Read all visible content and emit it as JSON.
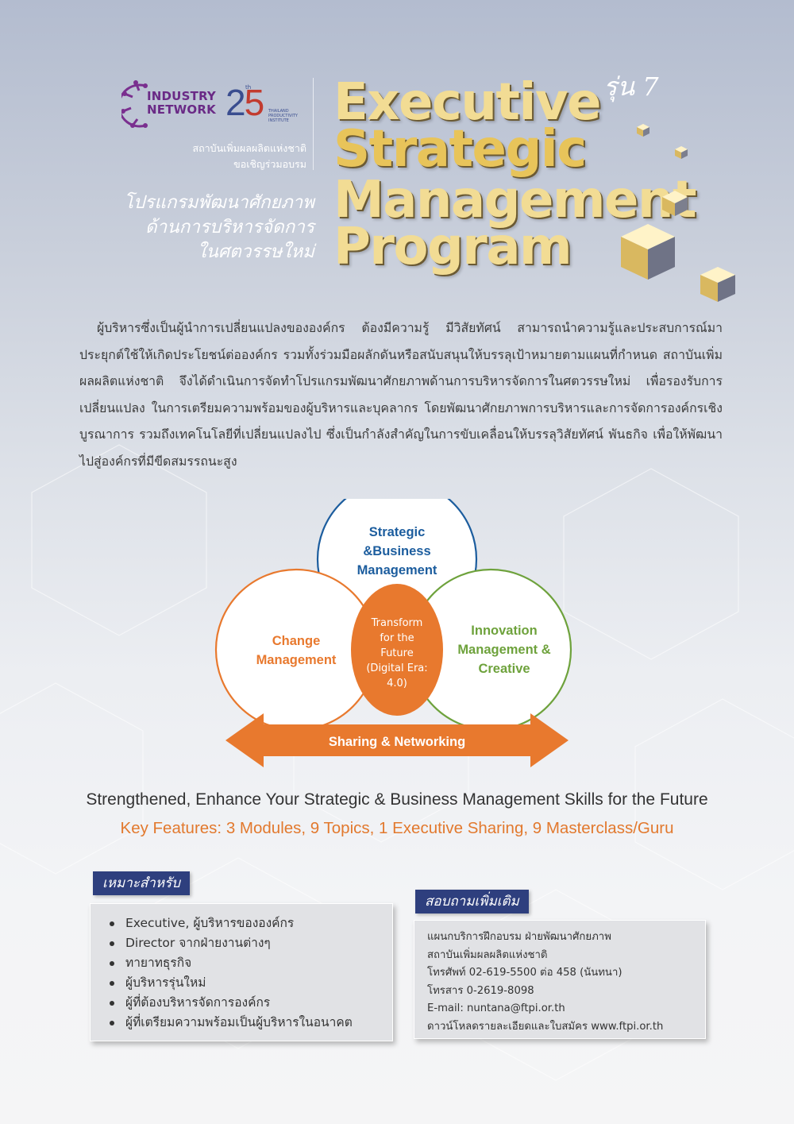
{
  "header": {
    "logo_industry": "INDUSTRY NETWORK",
    "logo_industry_line1": "INDUSTRY",
    "logo_industry_line2": "NETWORK",
    "logo_tpi_number": "25",
    "logo_tpi_sub": "THAILAND PRODUCTIVITY INSTITUTE",
    "org_line1": "สถาบันเพิ่มผลผลิตแห่งชาติ",
    "org_line2": "ขอเชิญร่วมอบรม",
    "thai_title": [
      "โปรแกรมพัฒนาศักยภาพ",
      "ด้านการบริหารจัดการ",
      "ในศตวรรษใหม่"
    ],
    "title_lines": [
      "Executive",
      "Strategic",
      "Management",
      "Program"
    ],
    "batch": "รุ่น 7"
  },
  "intro": "ผู้บริหารซึ่งเป็นผู้นำการเปลี่ยนแปลงขององค์กร ต้องมีความรู้ มีวิสัยทัศน์ สามารถนำความรู้และประสบการณ์มาประยุกต์ใช้ให้เกิดประโยชน์ต่อองค์กร รวมทั้งร่วมมือผลักดันหรือสนับสนุนให้บรรลุเป้าหมายตามแผนที่กำหนด สถาบันเพิ่มผลผลิตแห่งชาติ จึงได้ดำเนินการจัดทำโปรแกรมพัฒนาศักยภาพด้านการบริหารจัดการในศตวรรษใหม่ เพื่อรองรับการเปลี่ยนแปลง ในการเตรียมความพร้อมของผู้บริหารและบุคลากร โดยพัฒนาศักยภาพการบริหารและการจัดการองค์กรเชิงบูรณาการ รวมถึงเทคโนโลยีที่เปลี่ยนแปลงไป ซึ่งเป็นกำลังสำคัญในการขับเคลื่อนให้บรรลุวิสัยทัศน์ พันธกิจ เพื่อให้พัฒนาไปสู่องค์กรที่มีขีดสมรรถนะสูง",
  "diagram": {
    "top": [
      "Strategic",
      "&Business",
      "Management"
    ],
    "left": [
      "Change",
      "Management"
    ],
    "right": [
      "Innovation",
      "Management &",
      "Creative"
    ],
    "center": [
      "Transform",
      "for the",
      "Future",
      "(Digital Era:",
      "4.0)"
    ],
    "arrow": "Sharing & Networking",
    "colors": {
      "blue": "#1c5d9e",
      "orange": "#e8792e",
      "green": "#6ea23c"
    }
  },
  "tagline": "Strengthened, Enhance Your Strategic & Business Management Skills for the Future",
  "features": "Key Features: 3 Modules, 9 Topics, 1 Executive Sharing, 9 Masterclass/Guru",
  "audience": {
    "heading": "เหมาะสำหรับ",
    "items": [
      "Executive, ผู้บริหารขององค์กร",
      "Director จากฝ่ายงานต่างๆ",
      "ทายาทธุรกิจ",
      "ผู้บริหารรุ่นใหม่",
      "ผู้ที่ต้องบริหารจัดการองค์กร",
      "ผู้ที่เตรียมความพร้อมเป็นผู้บริหารในอนาคต"
    ]
  },
  "contact": {
    "heading": "สอบถามเพิ่มเติม",
    "lines": [
      "แผนกบริการฝึกอบรม ฝ่ายพัฒนาศักยภาพ",
      "สถาบันเพิ่มผลผลิตแห่งชาติ",
      "โทรศัพท์ 02-619-5500 ต่อ 458 (นันทนา)",
      "โทรสาร 0-2619-8098",
      "E-mail: nuntana@ftpi.or.th",
      "ดาวน์โหลดรายละเอียดและใบสมัคร www.ftpi.or.th"
    ]
  }
}
